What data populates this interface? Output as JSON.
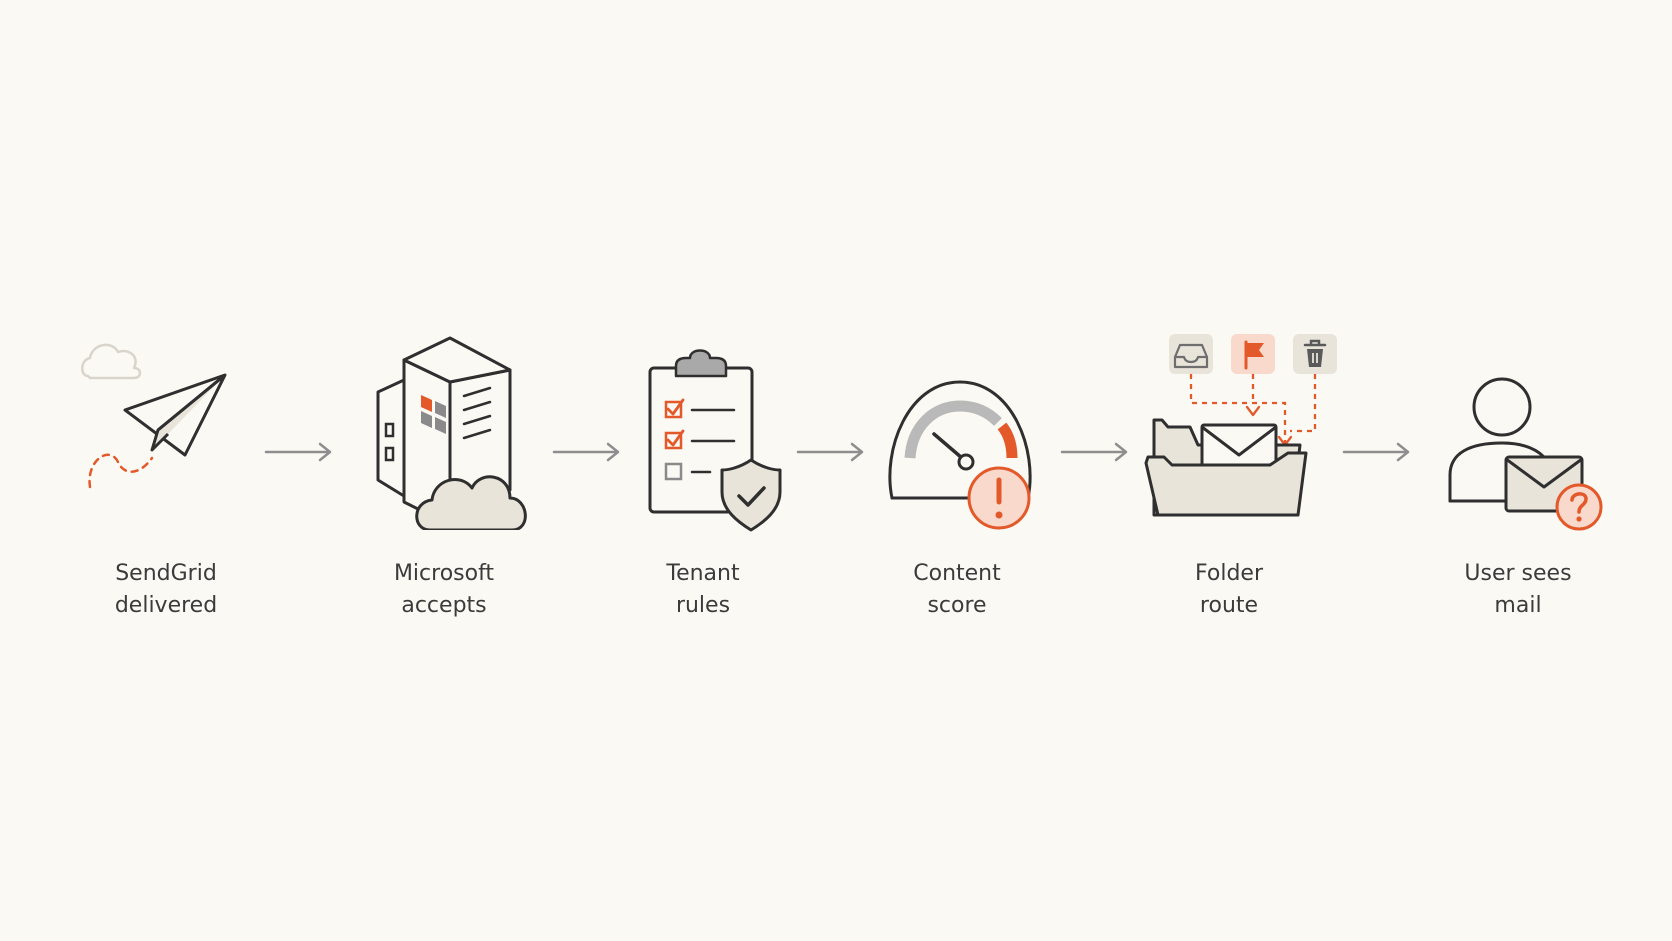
{
  "colors": {
    "background": "#fbf9f4",
    "stroke": "#2f2f2f",
    "accent": "#e3592a",
    "accent_soft": "#f8d9cc",
    "neutral_fill": "#e9e4da",
    "gray": "#a9a9a9",
    "arrow": "#8e8e8e"
  },
  "steps": [
    {
      "id": "sendgrid",
      "line1": "SendGrid",
      "line2": "delivered",
      "icon": "paper-plane-icon"
    },
    {
      "id": "microsoft",
      "line1": "Microsoft",
      "line2": "accepts",
      "icon": "office-building-cloud-icon"
    },
    {
      "id": "tenant",
      "line1": "Tenant",
      "line2": "rules",
      "icon": "clipboard-shield-icon"
    },
    {
      "id": "content",
      "line1": "Content",
      "line2": "score",
      "icon": "gauge-warning-icon"
    },
    {
      "id": "folder",
      "line1": "Folder",
      "line2": "route",
      "icon": "folder-envelope-icon"
    },
    {
      "id": "user",
      "line1": "User sees",
      "line2": "mail",
      "icon": "user-envelope-question-icon"
    }
  ],
  "folder_route_options": [
    "inbox-tray-icon",
    "flag-icon",
    "trash-icon"
  ]
}
